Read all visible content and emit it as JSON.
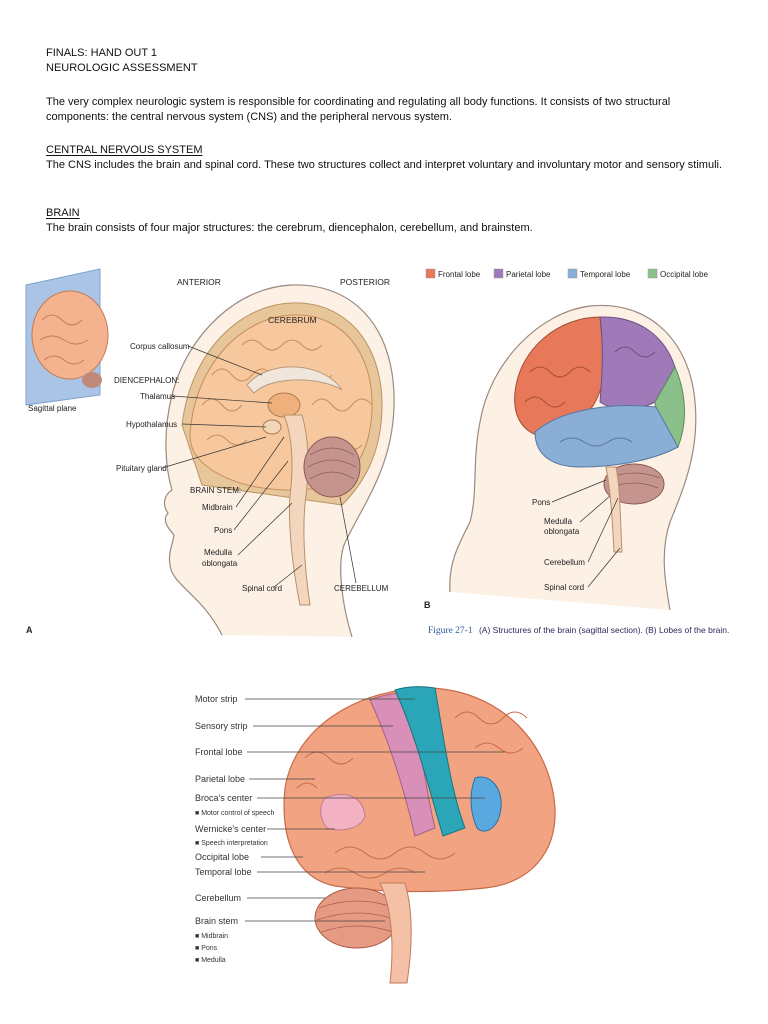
{
  "header": {
    "line1": "FINALS: HAND OUT 1",
    "line2": "NEUROLOGIC ASSESSMENT"
  },
  "intro": "The very complex neurologic system is responsible for coordinating and regulating all body functions. It consists of two structural components: the central nervous system (CNS) and the peripheral nervous system.",
  "cns": {
    "heading": "CENTRAL NERVOUS SYSTEM",
    "text": "The CNS includes the brain and spinal cord. These two structures collect and interpret voluntary and involuntary motor and sensory stimuli."
  },
  "brain": {
    "heading": "BRAIN",
    "text": "The brain consists of four major structures: the cerebrum, diencephalon, cerebellum, and brainstem."
  },
  "figure_a": {
    "panel": "A",
    "sagittal_plane": "Sagittal plane",
    "anterior": "ANTERIOR",
    "posterior": "POSTERIOR",
    "cerebrum": "CEREBRUM",
    "corpus_callosum": "Corpus callosum",
    "diencephalon": "DIENCEPHALON:",
    "thalamus": "Thalamus",
    "hypothalamus": "Hypothalamus",
    "pituitary": "Pituitary gland",
    "brain_stem": "BRAIN STEM:",
    "midbrain": "Midbrain",
    "pons": "Pons",
    "medulla_1": "Medulla",
    "medulla_2": "oblongata",
    "spinal_cord": "Spinal cord",
    "cerebellum": "CEREBELLUM"
  },
  "figure_b": {
    "panel": "B",
    "legend": [
      {
        "label": "Frontal lobe",
        "color": "#e8785a"
      },
      {
        "label": "Parietal lobe",
        "color": "#a07ab8"
      },
      {
        "label": "Temporal lobe",
        "color": "#8aaed6"
      },
      {
        "label": "Occipital lobe",
        "color": "#8cc08a"
      }
    ],
    "pons": "Pons",
    "medulla_1": "Medulla",
    "medulla_2": "oblongata",
    "cerebellum": "Cerebellum",
    "spinal_cord": "Spinal cord"
  },
  "caption": {
    "figure": "Figure 27-1",
    "text": "(A) Structures of the brain (sagittal section). (B) Lobes of the brain."
  },
  "figure_c": {
    "labels": [
      "Motor strip",
      "Sensory strip",
      "Frontal lobe",
      "Parietal lobe",
      "Broca's center",
      "Wernicke's center",
      "Occipital lobe",
      "Temporal lobe",
      "Cerebellum",
      "Brain stem"
    ],
    "sub_broca": "Motor control of speech",
    "sub_wernicke": "Speech interpretation",
    "sub_brainstem": [
      "Midbrain",
      "Pons",
      "Medulla"
    ],
    "colors": {
      "motor": "#2aa6b8",
      "sensory": "#d890b8",
      "brain": "#f2a482"
    }
  }
}
